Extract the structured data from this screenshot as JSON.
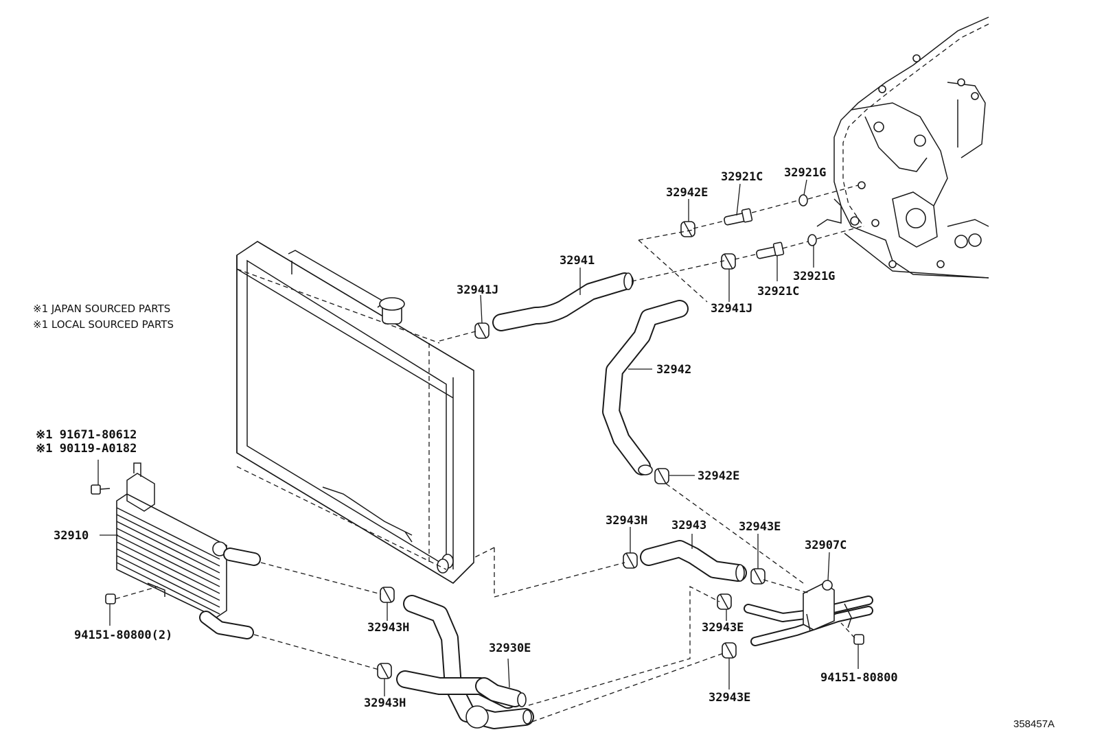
{
  "notes": {
    "japan": "※1 JAPAN SOURCED PARTS",
    "local": "※1 LOCAL SOURCED PARTS"
  },
  "labels": {
    "p32942E_top": "32942E",
    "p32921C_top": "32921C",
    "p32921G_top": "32921G",
    "p32941": "32941",
    "p32941J_left": "32941J",
    "p32921G_bottom": "32921G",
    "p32921C_bottom": "32921C",
    "p32941J_right": "32941J",
    "p32942": "32942",
    "p32942E_mid": "32942E",
    "p91671": "※1 91671-80612",
    "p90119": "※1 90119-A0182",
    "p32910": "32910",
    "p32943H_top": "32943H",
    "p32943": "32943",
    "p32943E_top": "32943E",
    "p32907C": "32907C",
    "p32943H_mid": "32943H",
    "p32943E_mid": "32943E",
    "p94151_2": "94151-80800(2)",
    "p32930E": "32930E",
    "p94151": "94151-80800",
    "p32943H_bottom": "32943H",
    "p32943E_bottom": "32943E"
  },
  "reference_id": "358457A"
}
